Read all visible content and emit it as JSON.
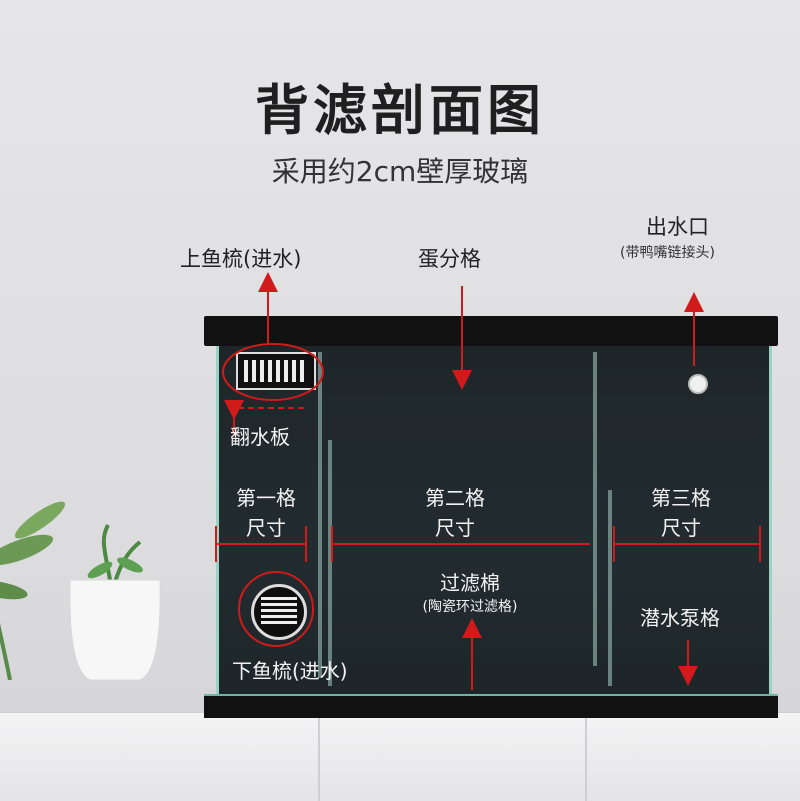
{
  "title": "背滤剖面图",
  "subtitle": "采用约2cm壁厚玻璃",
  "labels": {
    "top_comb": "上鱼梳(进水)",
    "egg_grid": "蛋分格",
    "outlet": "出水口",
    "outlet_note": "(带鸭嘴链接头)",
    "flip_plate": "翻水板",
    "grid1_line1": "第一格",
    "grid1_line2": "尺寸",
    "grid2_line1": "第二格",
    "grid2_line2": "尺寸",
    "grid3_line1": "第三格",
    "grid3_line2": "尺寸",
    "filter_cotton": "过滤棉",
    "filter_note": "(陶瓷环过滤格)",
    "pump_grid": "潜水泵格",
    "bottom_comb": "下鱼梳(进水)"
  },
  "colors": {
    "annotation": "#d11a1a",
    "tank_frame": "#111111",
    "glass_edge": "#9ad2c4"
  }
}
